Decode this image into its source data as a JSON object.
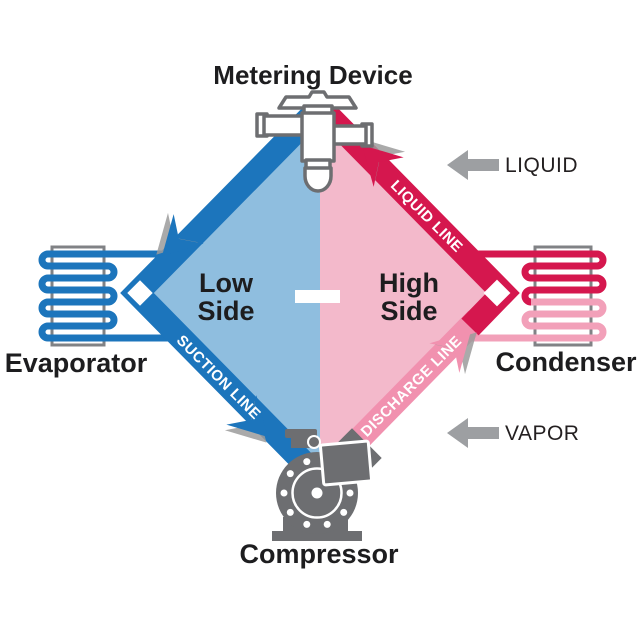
{
  "diagram": {
    "components": {
      "metering_device": "Metering Device",
      "evaporator": "Evaporator",
      "condenser": "Condenser",
      "compressor": "Compressor"
    },
    "zones": {
      "low_side": {
        "line1": "Low",
        "line2": "Side"
      },
      "high_side": {
        "line1": "High",
        "line2": "Side"
      }
    },
    "lines": {
      "suction": "SUCTION LINE",
      "liquid": "LIQUID LINE",
      "discharge": "DISCHARGE LINE"
    },
    "state_labels": {
      "liquid": "LIQUID",
      "vapor": "VAPOR"
    },
    "colors": {
      "suction_blue": "#1C75BC",
      "low_side_fill": "#8FBEDF",
      "liquid_red": "#D5174E",
      "high_side_fill": "#F3B9CB",
      "discharge_pink": "#F191AF",
      "coil_pink": "#F2A0B9",
      "equipment_gray": "#6D6E71",
      "flow_arrow_gray": "#9D9FA2"
    }
  }
}
